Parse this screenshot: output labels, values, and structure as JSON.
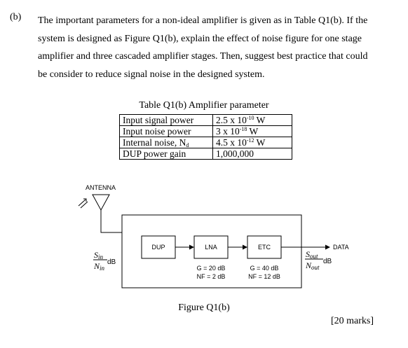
{
  "question": {
    "label": "(b)",
    "lines": [
      "The important parameters for a non-ideal amplifier is given as in Table Q1(b).  If the",
      "system is designed as Figure Q1(b), explain the effect of noise figure for one stage",
      "amplifier and three cascaded amplifier stages. Then, suggest best practice that could",
      "be consider to reduce signal noise in the designed system."
    ]
  },
  "table": {
    "caption": "Table Q1(b) Amplifier parameter",
    "rows": [
      {
        "param": "Input signal power",
        "mant": "2.5 x 10",
        "exp": "-10",
        "unit": " W"
      },
      {
        "param": "Input noise power",
        "mant": "3 x 10",
        "exp": "-18",
        "unit": " W"
      },
      {
        "param": "Internal noise, N",
        "param_sub": "d",
        "mant": "4.5 x 10",
        "exp": "-12",
        "unit": " W"
      },
      {
        "param": "DUP power gain",
        "mant": "1,000,000",
        "exp": "",
        "unit": ""
      }
    ]
  },
  "figure": {
    "antenna_label": "ANTENNA",
    "input_num": "S",
    "input_num_sub": "in",
    "input_den": "N",
    "input_den_sub": "in",
    "input_unit": "dB",
    "blocks": [
      {
        "label": "DUP",
        "gain": "",
        "nf": ""
      },
      {
        "label": "LNA",
        "gain": "G = 20 dB",
        "nf": "NF =  2 dB"
      },
      {
        "label": "ETC",
        "gain": "G = 40 dB",
        "nf": "NF = 12 dB"
      }
    ],
    "output_num": "S",
    "output_num_sub": "out",
    "output_den": "N",
    "output_den_sub": "out",
    "output_unit": "dB",
    "data_label": "DATA",
    "caption": "Figure Q1(b)"
  },
  "marks": "[20 marks]"
}
